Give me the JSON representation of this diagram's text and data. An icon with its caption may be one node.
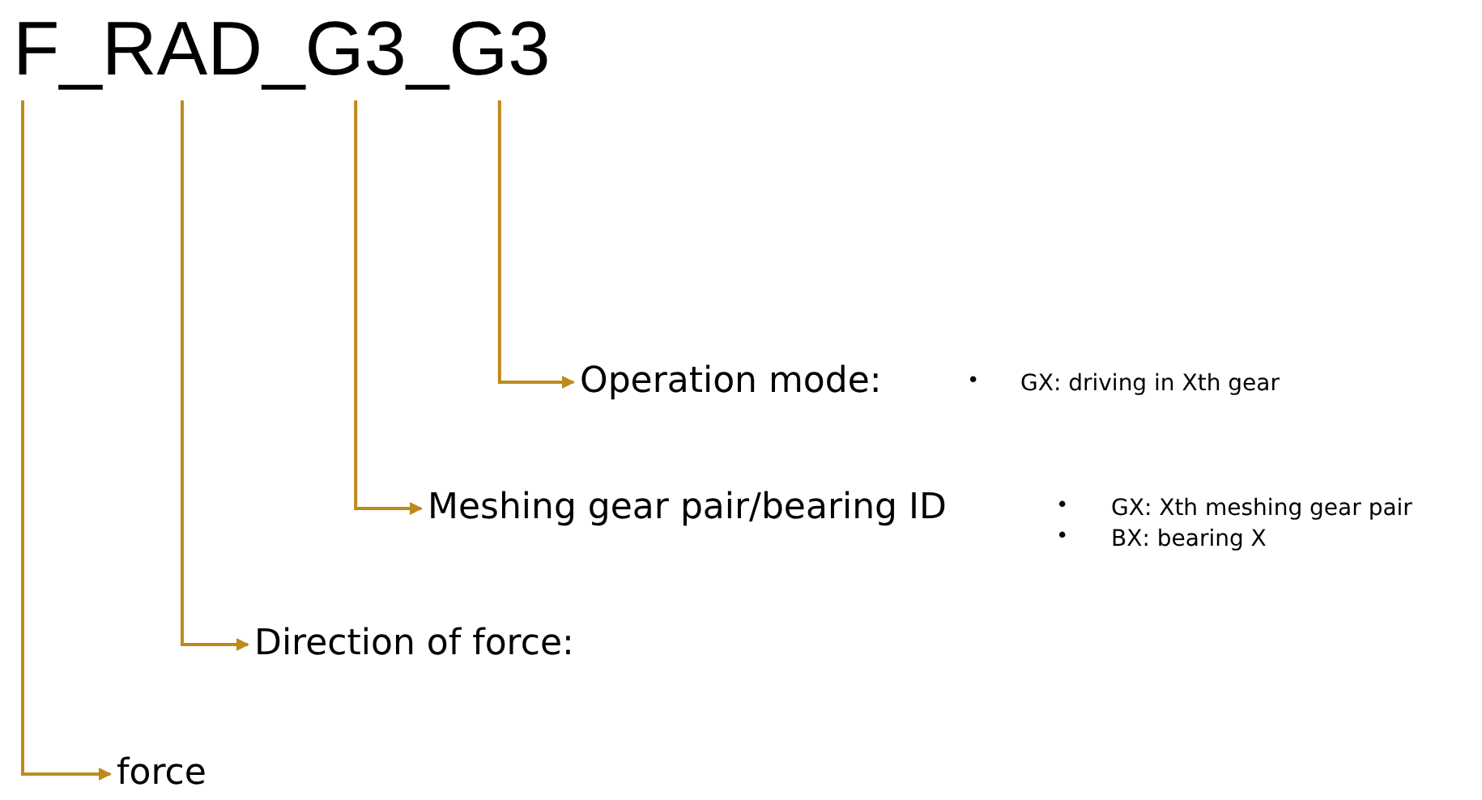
{
  "diagram": {
    "nodes": [
      {
        "text": [
          "F"
        ]
      },
      {
        "text": [
          "RAD"
        ]
      },
      {
        "text": [
          "G3"
        ]
      },
      {
        "text": [
          "G3"
        ]
      },
      {
        "text": [
          "Operation mode:"
        ]
      },
      {
        "text": [
          "Meshing gear pair/bearing ID"
        ]
      },
      {
        "text": [
          "Direction of force:"
        ]
      },
      {
        "text": [
          "force"
        ]
      }
    ],
    "edges": [
      {
        "from": 3,
        "to": 4,
        "arrow": "to"
      },
      {
        "from": 2,
        "to": 5,
        "arrow": "to"
      },
      {
        "from": 1,
        "to": 6,
        "arrow": "to"
      },
      {
        "from": 0,
        "to": 7,
        "arrow": "to"
      }
    ],
    "labels": [
      "_",
      "_",
      "_",
      "•",
      "GX: driving in Xth gear",
      "•",
      "GX: Xth meshing gear pair",
      "•",
      "BX: bearing X"
    ]
  }
}
